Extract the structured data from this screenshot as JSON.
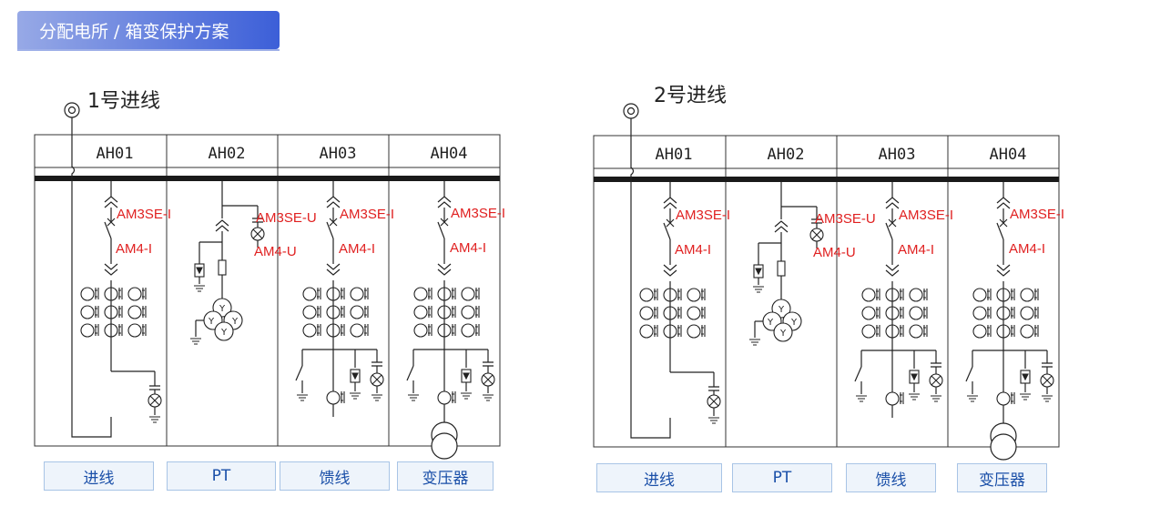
{
  "header": {
    "title": "分配电所 / 箱变保护方案"
  },
  "schemes": [
    {
      "incoming": "1号进线",
      "cabinets": [
        "AH01",
        "AH02",
        "AH03",
        "AH04"
      ],
      "device_labels": {
        "ah01_relay": "AM3SE-I",
        "ah01_meter": "AM4-I",
        "ah02_relay": "AM3SE-U",
        "ah02_meter": "AM4-U",
        "ah03_relay": "AM3SE-I",
        "ah03_meter": "AM4-I",
        "ah04_relay": "AM3SE-I",
        "ah04_meter": "AM4-I"
      },
      "buttons": [
        "进线",
        "PT",
        "馈线",
        "变压器"
      ]
    },
    {
      "incoming": "2号进线",
      "cabinets": [
        "AH01",
        "AH02",
        "AH03",
        "AH04"
      ],
      "device_labels": {
        "ah01_relay": "AM3SE-I",
        "ah01_meter": "AM4-I",
        "ah02_relay": "AM3SE-U",
        "ah02_meter": "AM4-U",
        "ah03_relay": "AM3SE-I",
        "ah03_meter": "AM4-I",
        "ah04_relay": "AM3SE-I",
        "ah04_meter": "AM4-I"
      },
      "buttons": [
        "进线",
        "PT",
        "馈线",
        "变压器"
      ]
    }
  ],
  "colors": {
    "device_label": "#e02020",
    "line": "#222222",
    "button_text": "#1a4fa8"
  }
}
